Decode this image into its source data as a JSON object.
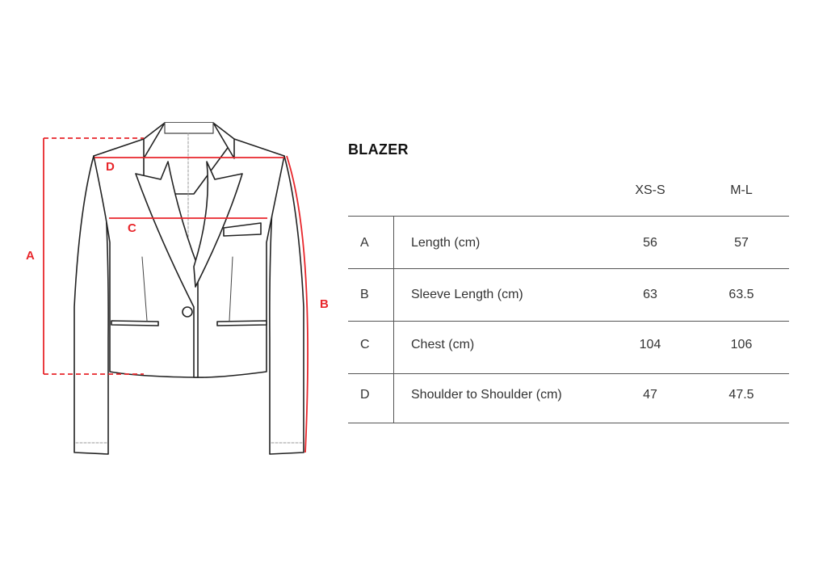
{
  "title": "BLAZER",
  "diagram": {
    "garment": "blazer",
    "accent_color": "#e8262b",
    "labels": {
      "A": "A",
      "B": "B",
      "C": "C",
      "D": "D"
    }
  },
  "size_chart": {
    "columns": [
      "XS-S",
      "M-L"
    ],
    "rows": [
      {
        "key": "A",
        "name": "Length (cm)",
        "values": [
          "56",
          "57"
        ]
      },
      {
        "key": "B",
        "name": "Sleeve Length (cm)",
        "values": [
          "63",
          "63.5"
        ]
      },
      {
        "key": "C",
        "name": "Chest (cm)",
        "values": [
          "104",
          "106"
        ]
      },
      {
        "key": "D",
        "name": "Shoulder to Shoulder (cm)",
        "values": [
          "47",
          "47.5"
        ]
      }
    ]
  }
}
